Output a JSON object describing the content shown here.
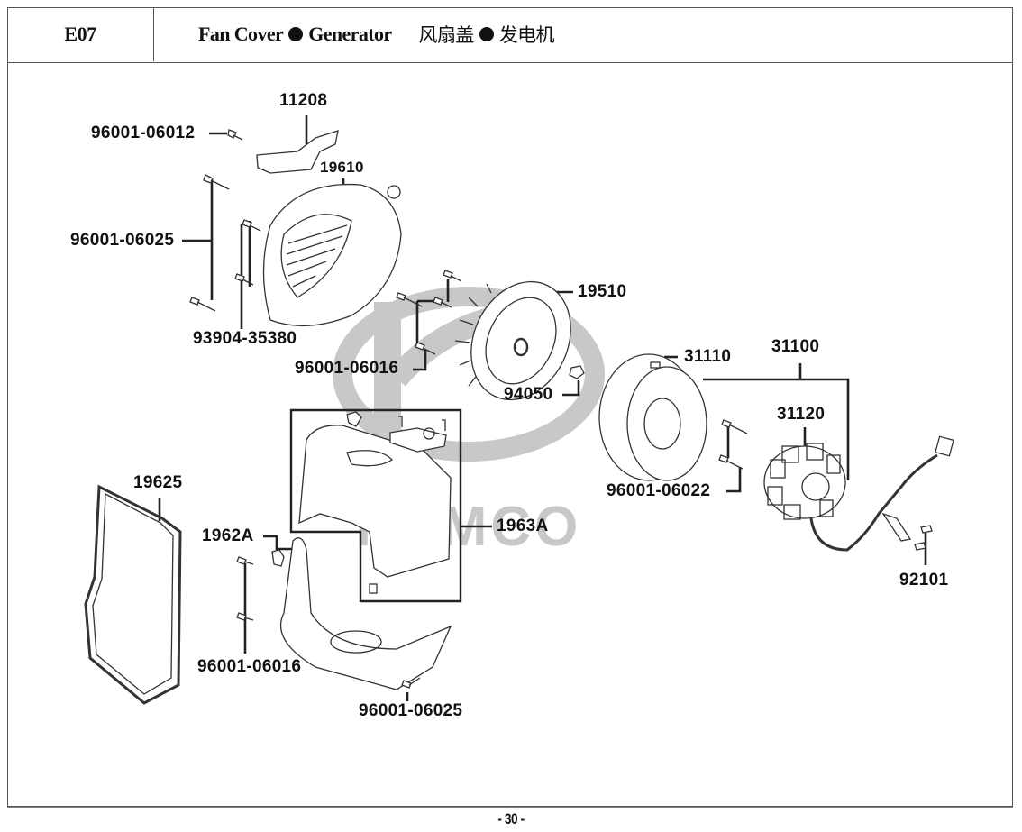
{
  "header": {
    "section_code": "E07",
    "title_en_1": "Fan Cover",
    "title_en_2": "Generator",
    "title_cn_1": "风扇盖",
    "title_cn_2": "发电机",
    "separator_icon": "filled-circle"
  },
  "watermark": {
    "brand": "KYMCO",
    "color": "#c8c8c8"
  },
  "parts": [
    {
      "id": "11208",
      "label": "11208",
      "description": "bracket"
    },
    {
      "id": "96001-06012",
      "label": "96001-06012",
      "description": "bolt"
    },
    {
      "id": "19610",
      "label": "19610",
      "description": "fan cover"
    },
    {
      "id": "96001-06025-a",
      "label": "96001-06025",
      "description": "bolts"
    },
    {
      "id": "93904-35380",
      "label": "93904-35380",
      "description": "screws"
    },
    {
      "id": "19510",
      "label": "19510",
      "description": "cooling fan"
    },
    {
      "id": "96001-06016-a",
      "label": "96001-06016",
      "description": "bolts"
    },
    {
      "id": "94050",
      "label": "94050",
      "description": "nut"
    },
    {
      "id": "31110",
      "label": "31110",
      "description": "flywheel"
    },
    {
      "id": "31100",
      "label": "31100",
      "description": "generator assembly"
    },
    {
      "id": "31120",
      "label": "31120",
      "description": "stator"
    },
    {
      "id": "96001-06022",
      "label": "96001-06022",
      "description": "bolts"
    },
    {
      "id": "92101",
      "label": "92101",
      "description": "screws"
    },
    {
      "id": "1963A",
      "label": "1963A",
      "description": "shroud assembly"
    },
    {
      "id": "19625",
      "label": "19625",
      "description": "seal"
    },
    {
      "id": "1962A",
      "label": "1962A",
      "description": "clip"
    },
    {
      "id": "96001-06016-b",
      "label": "96001-06016",
      "description": "bolts"
    },
    {
      "id": "96001-06025-b",
      "label": "96001-06025",
      "description": "bolt"
    }
  ],
  "footer": {
    "page_number": "- 30 -"
  }
}
